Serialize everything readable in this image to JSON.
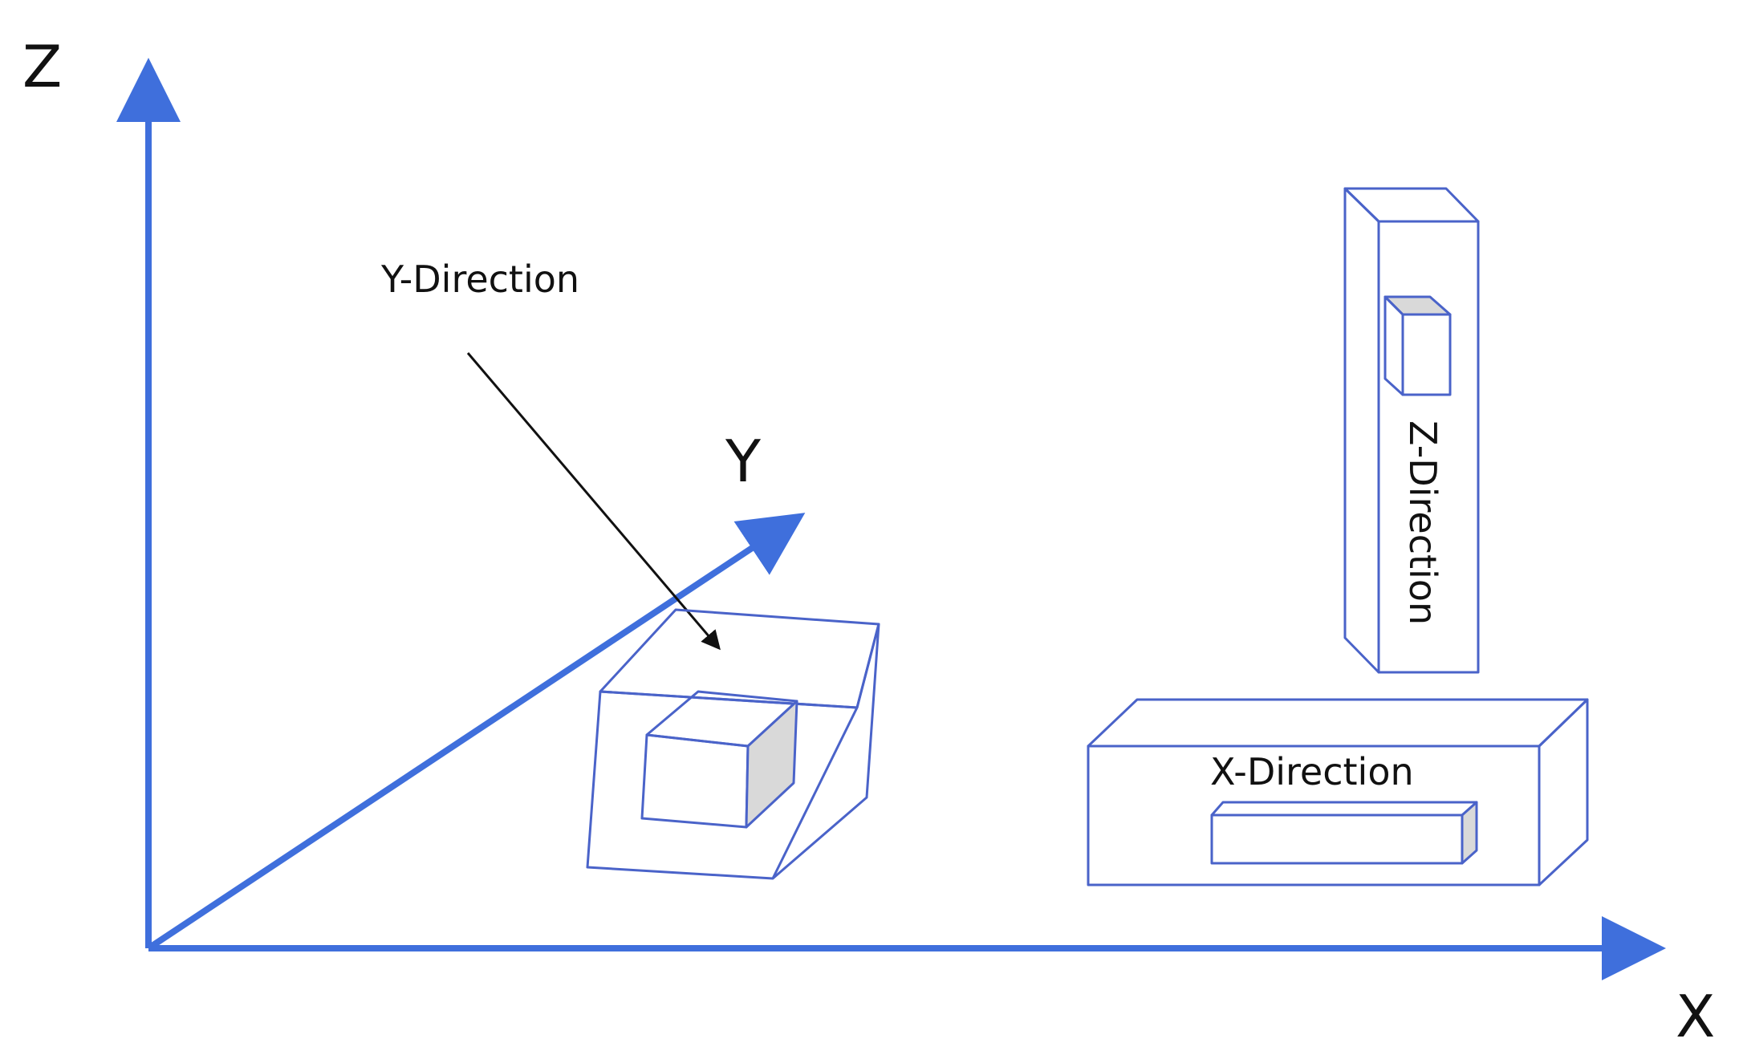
{
  "axes": {
    "x_label": "X",
    "y_label": "Y",
    "z_label": "Z"
  },
  "directions": {
    "y_label": "Y-Direction",
    "z_label": "Z-Direction",
    "x_label": "X-Direction"
  },
  "colors": {
    "axis": "#3f6fdc",
    "box_outline": "#4a63c9",
    "shade": "#d9d9d9",
    "text": "#111111"
  }
}
